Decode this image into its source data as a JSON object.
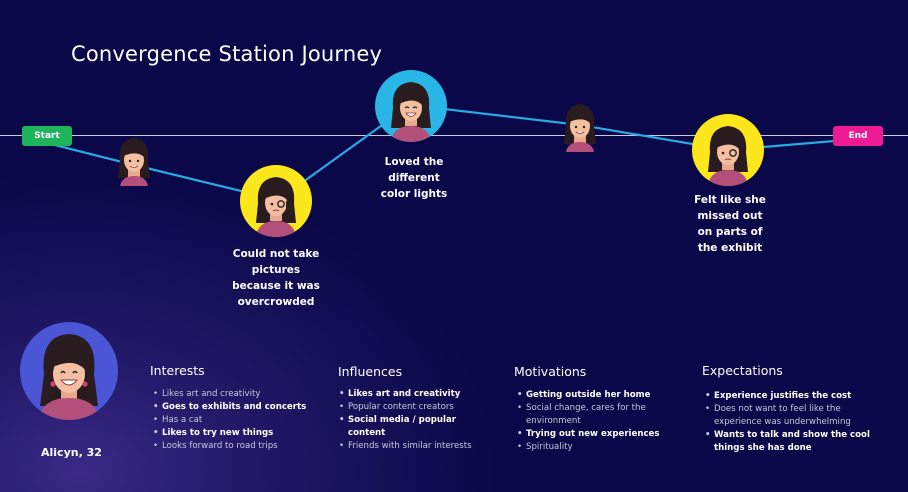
{
  "title": "Convergence Station Journey",
  "timeline": {
    "start_label": "Start",
    "end_label": "End"
  },
  "moments": [
    {
      "id": "m1",
      "caption_lines": []
    },
    {
      "id": "m2",
      "caption_lines": [
        "Could not take",
        "pictures",
        "because it was",
        "overcrowded"
      ]
    },
    {
      "id": "m3",
      "caption_lines": [
        "Loved the",
        "different",
        "color lights"
      ]
    },
    {
      "id": "m4",
      "caption_lines": []
    },
    {
      "id": "m5",
      "caption_lines": [
        "Felt like she",
        "missed out",
        "on parts of",
        "the exhibit"
      ]
    }
  ],
  "colors": {
    "accent_line": "#29a9e0",
    "highlight_yellow": "#fbe71c",
    "highlight_blue": "#29b6e6",
    "start": "#1fb35c",
    "end": "#ee1a93",
    "background": "#0a0848"
  },
  "persona": {
    "name": "Alicyn, 32"
  },
  "sections": [
    {
      "title": "Interests",
      "items": [
        {
          "text": "Likes art and creativity",
          "bold": false
        },
        {
          "text": "Goes to exhibits and concerts",
          "bold": true
        },
        {
          "text": "Has a cat",
          "bold": false
        },
        {
          "text": "Likes to try new things",
          "bold": true
        },
        {
          "text": "Looks forward to road trips",
          "bold": false
        }
      ]
    },
    {
      "title": "Influences",
      "items": [
        {
          "text": "Likes art and creativity",
          "bold": true
        },
        {
          "text": "Popular content creators",
          "bold": false
        },
        {
          "text": "Social media / popular content",
          "bold": true
        },
        {
          "text": "Friends with similar interests",
          "bold": false
        }
      ]
    },
    {
      "title": "Motivations",
      "items": [
        {
          "text": "Getting outside her home",
          "bold": true
        },
        {
          "text": "Social change, cares for the environment",
          "bold": false
        },
        {
          "text": "Trying out new experiences",
          "bold": true
        },
        {
          "text": "Spirituality",
          "bold": false
        }
      ]
    },
    {
      "title": "Expectations",
      "items": [
        {
          "text": "Experience justifies the cost",
          "bold": true
        },
        {
          "text": "Does not want to feel like the experience was underwhelming",
          "bold": false
        },
        {
          "text": "Wants to talk and show the cool things she has done",
          "bold": true
        }
      ]
    }
  ]
}
